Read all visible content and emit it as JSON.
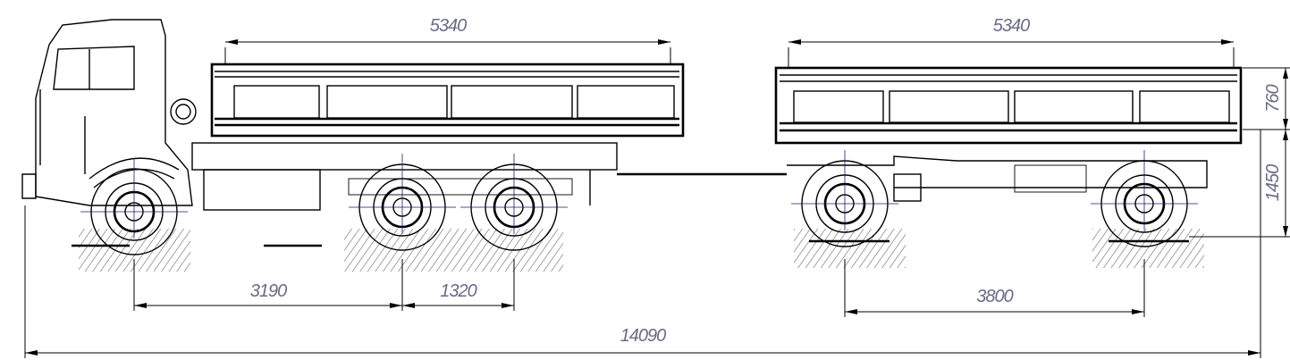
{
  "title": "Truck with trailer side view dimensions",
  "dimensions": {
    "truck_body_length": "5340",
    "trailer_body_length": "5340",
    "truck_front_to_rear_axle": "3190",
    "truck_tandem_spacing": "1320",
    "trailer_wheelbase": "3800",
    "overall_length": "14090",
    "side_height": "760",
    "platform_height": "1450"
  },
  "colors": {
    "line": "#000000",
    "dimension_text": "#6b6b86",
    "centerline": "#1a1a6a"
  }
}
